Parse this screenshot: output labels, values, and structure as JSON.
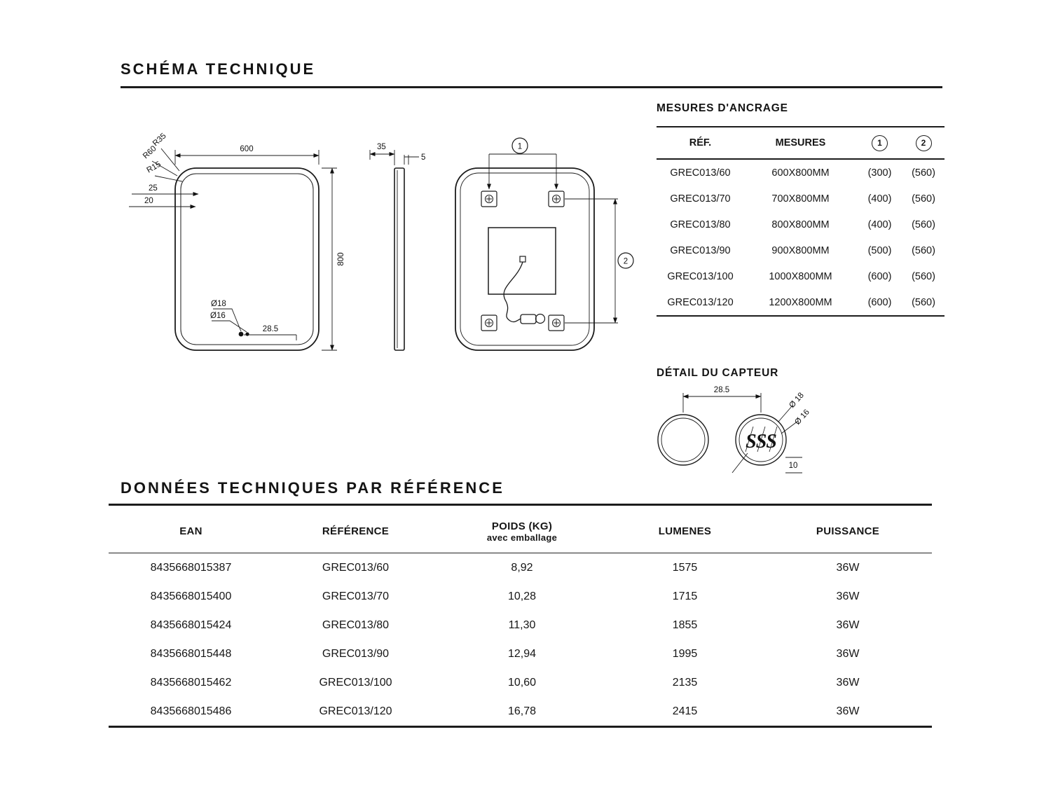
{
  "page": {
    "schema_title": "SCHÉMA TECHNIQUE",
    "data_title": "DONNÉES TECHNIQUES PAR RÉFÉRENCE"
  },
  "front_view": {
    "width": "600",
    "height": "800",
    "r1": "R35",
    "r2": "R60",
    "r3": "R15",
    "inset1": "25",
    "inset2": "20",
    "hole1": "Ø18",
    "hole2": "Ø16",
    "sensor_offset": "28.5"
  },
  "side_view": {
    "depth": "35",
    "glass": "5"
  },
  "back_view": {
    "marker1": "1",
    "marker2": "2"
  },
  "anchor_table": {
    "title": "MESURES D'ANCRAGE",
    "header_ref": "RÉF.",
    "header_mesures": "MESURES",
    "header_c1": "1",
    "header_c2": "2",
    "rows": [
      {
        "ref": "GREC013/60",
        "mesures": "600X800MM",
        "v1": "(300)",
        "v2": "(560)"
      },
      {
        "ref": "GREC013/70",
        "mesures": "700X800MM",
        "v1": "(400)",
        "v2": "(560)"
      },
      {
        "ref": "GREC013/80",
        "mesures": "800X800MM",
        "v1": "(400)",
        "v2": "(560)"
      },
      {
        "ref": "GREC013/90",
        "mesures": "900X800MM",
        "v1": "(500)",
        "v2": "(560)"
      },
      {
        "ref": "GREC013/100",
        "mesures": "1000X800MM",
        "v1": "(600)",
        "v2": "(560)"
      },
      {
        "ref": "GREC013/120",
        "mesures": "1200X800MM",
        "v1": "(600)",
        "v2": "(560)"
      }
    ]
  },
  "sensor_detail": {
    "title": "DÉTAIL DU CAPTEUR",
    "distance": "28.5",
    "outer": "Ø 18",
    "inner": "Ø 16",
    "depth": "10",
    "glyphs": "SSS"
  },
  "tech_table": {
    "header_ean": "EAN",
    "header_reference": "RÉFÉRENCE",
    "header_poids1": "POIDS (KG)",
    "header_poids2": "avec emballage",
    "header_lumenes": "LUMENES",
    "header_puissance": "PUISSANCE",
    "rows": [
      {
        "ean": "8435668015387",
        "reference": "GREC013/60",
        "poids": "8,92",
        "lumenes": "1575",
        "puissance": "36W"
      },
      {
        "ean": "8435668015400",
        "reference": "GREC013/70",
        "poids": "10,28",
        "lumenes": "1715",
        "puissance": "36W"
      },
      {
        "ean": "8435668015424",
        "reference": "GREC013/80",
        "poids": "11,30",
        "lumenes": "1855",
        "puissance": "36W"
      },
      {
        "ean": "8435668015448",
        "reference": "GREC013/90",
        "poids": "12,94",
        "lumenes": "1995",
        "puissance": "36W"
      },
      {
        "ean": "8435668015462",
        "reference": "GREC013/100",
        "poids": "10,60",
        "lumenes": "2135",
        "puissance": "36W"
      },
      {
        "ean": "8435668015486",
        "reference": "GREC013/120",
        "poids": "16,78",
        "lumenes": "2415",
        "puissance": "36W"
      }
    ]
  }
}
